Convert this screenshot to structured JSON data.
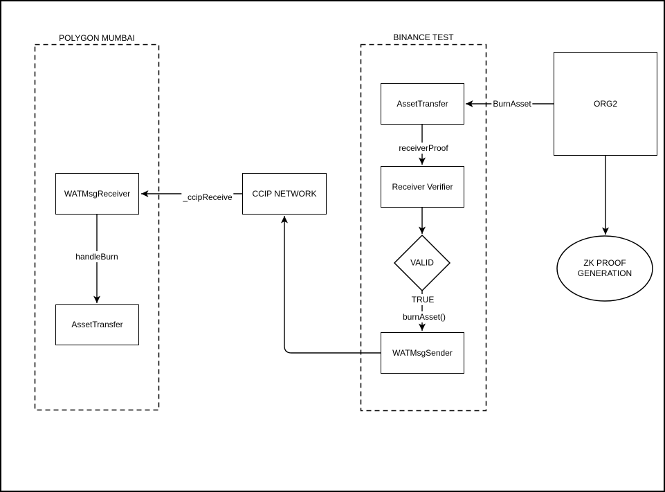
{
  "diagram": {
    "colors": {
      "stroke": "#000000",
      "background": "#ffffff",
      "text": "#000000"
    },
    "containers": {
      "polygon_mumbai": {
        "label": "POLYGON MUMBAI"
      },
      "binance_test": {
        "label": "BINANCE TEST"
      }
    },
    "nodes": {
      "watmsg_receiver": {
        "label": "WATMsgReceiver",
        "shape": "rectangle",
        "container": "POLYGON MUMBAI"
      },
      "asset_transfer_mumbai": {
        "label": "AssetTransfer",
        "shape": "rectangle",
        "container": "POLYGON MUMBAI"
      },
      "ccip_network": {
        "label": "CCIP NETWORK",
        "shape": "rectangle",
        "container": null
      },
      "asset_transfer_binance": {
        "label": "AssetTransfer",
        "shape": "rectangle",
        "container": "BINANCE TEST"
      },
      "receiver_verifier": {
        "label": "Receiver Verifier",
        "shape": "rectangle",
        "container": "BINANCE TEST"
      },
      "valid_decision": {
        "label": "VALID",
        "shape": "diamond",
        "container": "BINANCE TEST"
      },
      "watmsg_sender": {
        "label": "WATMsgSender",
        "shape": "rectangle",
        "container": "BINANCE TEST"
      },
      "org2": {
        "label": "ORG2",
        "shape": "rectangle",
        "container": null
      },
      "zk_proof_generation": {
        "label": "ZK PROOF GENERATION",
        "shape": "ellipse",
        "container": null
      }
    },
    "edges": {
      "burn_asset": {
        "label": "BurnAsset",
        "from": "org2",
        "to": "asset_transfer_binance"
      },
      "receiver_proof": {
        "label": "receiverProof",
        "from": "asset_transfer_binance",
        "to": "receiver_verifier"
      },
      "verifier_to_valid": {
        "label": "",
        "from": "receiver_verifier",
        "to": "valid_decision"
      },
      "valid_to_sender": {
        "labels": [
          "TRUE",
          "burnAsset()"
        ],
        "from": "valid_decision",
        "to": "watmsg_sender"
      },
      "sender_to_ccip": {
        "label": "",
        "from": "watmsg_sender",
        "to": "ccip_network"
      },
      "ccip_receive": {
        "label": "_ccipReceive",
        "from": "ccip_network",
        "to": "watmsg_receiver"
      },
      "handle_burn": {
        "label": "handleBurn",
        "from": "watmsg_receiver",
        "to": "asset_transfer_mumbai"
      },
      "org2_to_zk": {
        "label": "",
        "from": "org2",
        "to": "zk_proof_generation"
      }
    }
  }
}
